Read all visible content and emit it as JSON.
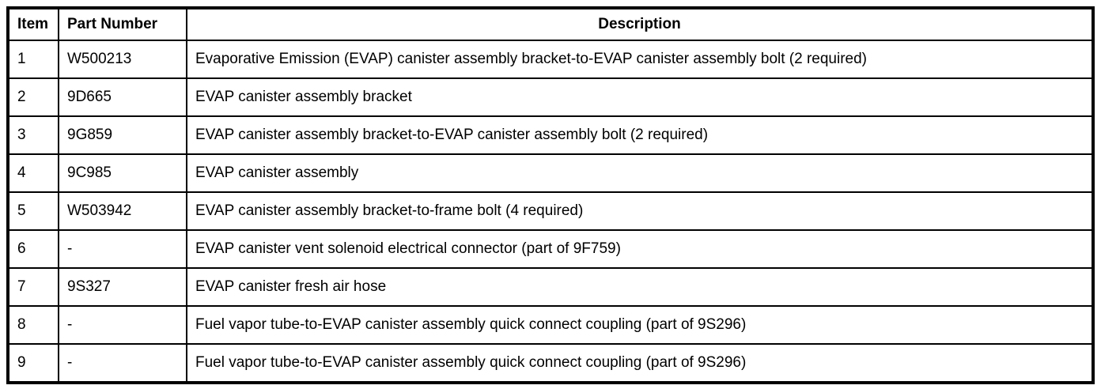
{
  "table": {
    "columns": [
      {
        "label": "Item"
      },
      {
        "label": "Part Number"
      },
      {
        "label": "Description"
      }
    ],
    "rows": [
      {
        "item": "1",
        "part_number": "W500213",
        "description": "Evaporative Emission (EVAP) canister assembly bracket-to-EVAP canister assembly bolt (2 required)"
      },
      {
        "item": "2",
        "part_number": "9D665",
        "description": "EVAP canister assembly bracket"
      },
      {
        "item": "3",
        "part_number": "9G859",
        "description": "EVAP canister assembly bracket-to-EVAP canister assembly bolt (2 required)"
      },
      {
        "item": "4",
        "part_number": "9C985",
        "description": "EVAP canister assembly"
      },
      {
        "item": "5",
        "part_number": "W503942",
        "description": "EVAP canister assembly bracket-to-frame bolt (4 required)"
      },
      {
        "item": "6",
        "part_number": "-",
        "description": "EVAP canister vent solenoid electrical connector (part of 9F759)"
      },
      {
        "item": "7",
        "part_number": "9S327",
        "description": "EVAP canister fresh air hose"
      },
      {
        "item": "8",
        "part_number": "-",
        "description": "Fuel vapor tube-to-EVAP canister assembly quick connect coupling (part of 9S296)"
      },
      {
        "item": "9",
        "part_number": "-",
        "description": "Fuel vapor tube-to-EVAP canister assembly quick connect coupling (part of 9S296)"
      }
    ],
    "colors": {
      "border": "#000000",
      "background": "#ffffff",
      "text": "#000000"
    }
  }
}
